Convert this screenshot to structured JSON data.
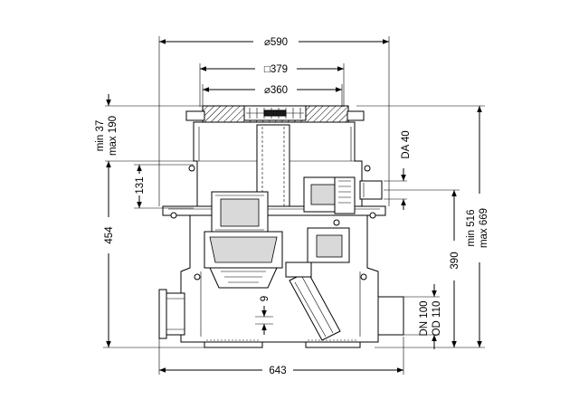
{
  "drawing": {
    "dimensions": {
      "outer_diameter": "⌀590",
      "square_cover": "□379",
      "inner_diameter": "⌀360",
      "top_min": "min 37",
      "top_max": "max 190",
      "adjust_131": "131",
      "height_454": "454",
      "pipe_da": "DA 40",
      "total_min": "min 516",
      "total_max": "max 669",
      "height_390": "390",
      "pipe_dn": "DN 100",
      "pipe_od": "OD 110",
      "offset_9": "9",
      "width_643": "643"
    }
  }
}
